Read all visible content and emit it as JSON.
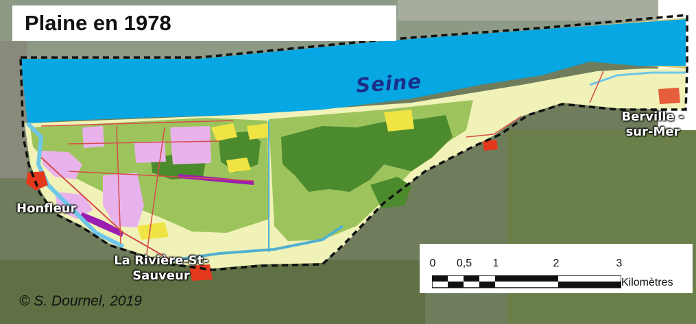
{
  "map": {
    "title": "Plaine en 1978",
    "river": "Seine",
    "places": {
      "honfleur": "Honfleur",
      "berville": "Berville -sur-Mer",
      "riviere": "La Rivière-St-Sauveur"
    },
    "credit": "© S. Dournel, 2019",
    "scale": {
      "ticks": [
        "0",
        "0,5",
        "1",
        "2",
        "3"
      ],
      "unit": "Kilomètres"
    },
    "colors": {
      "river": "#06a7e2",
      "meadow_light": "#f0f2b8",
      "meadow_green": "#9dc45c",
      "forest_dark": "#4c8a2e",
      "crop_yellow": "#f0e445",
      "urban_pink": "#e8b3ec",
      "purple_strip": "#9a1fb0",
      "urban_red": "#e4381d",
      "boundary": "#111111"
    }
  }
}
